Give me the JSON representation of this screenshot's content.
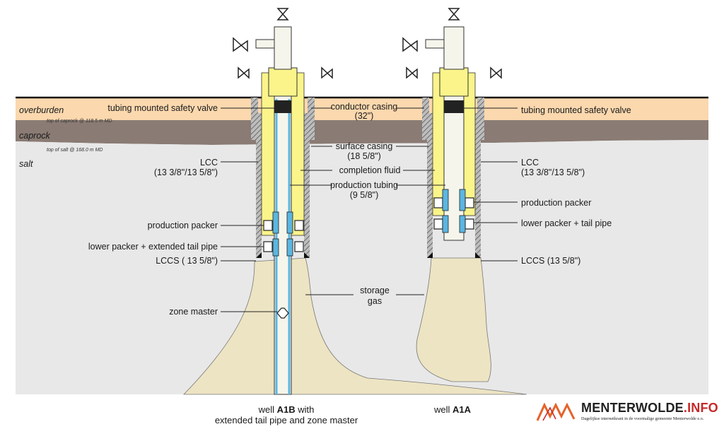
{
  "strata": {
    "overburden": "overburden",
    "caprock": "caprock",
    "salt": "salt",
    "caprock_note": "top of caprock @ 118.5 m MD",
    "salt_note": "top of salt @ 168.0 m MD"
  },
  "labels_left": {
    "tmsv": "tubing mounted safety valve",
    "lcc_l1": "LCC",
    "lcc_l2": "(13 3/8\"/13 5/8\")",
    "prod_packer": "production packer",
    "lower_packer": "lower packer + extended tail pipe",
    "lccs": "LCCS ( 13 5/8\")",
    "zone_master": "zone master"
  },
  "labels_center": {
    "conductor_l1": "conductor casing",
    "conductor_l2": "(32\")",
    "surface_l1": "surface casing",
    "surface_l2": "(18 5/8\")",
    "completion": "completion fluid",
    "tubing_l1": "production tubing",
    "tubing_l2": "(9 5/8\")",
    "storage_l1": "storage",
    "storage_l2": "gas"
  },
  "labels_right": {
    "tmsv": "tubing mounted safety valve",
    "lcc_l1": "LCC",
    "lcc_l2": "(13 3/8\"/13 5/8\")",
    "prod_packer": "production packer",
    "lower_packer": "lower packer + tail pipe",
    "lccs": "LCCS (13 5/8\")"
  },
  "captions": {
    "a1b_prefix": "well ",
    "a1b_name": "A1B",
    "a1b_suffix": " with",
    "a1b_line2": "extended tail pipe and zone master",
    "a1a_prefix": "well ",
    "a1a_name": "A1A"
  },
  "logo": {
    "name_main": "MENTERWOLDE",
    "name_tld": ".INFO",
    "tagline": "Dagelijkse internetkrant in de voormalige gemeente Menterwolde e.o."
  },
  "colors": {
    "overburden": "#fbd8ae",
    "caprock": "#8a7b74",
    "salt": "#e8e8e8",
    "gas": "#ede4c3",
    "completion_fluid": "#fbf48a",
    "tubing_blue": "#5bb6e0",
    "wellhead": "#f5f5ec"
  }
}
